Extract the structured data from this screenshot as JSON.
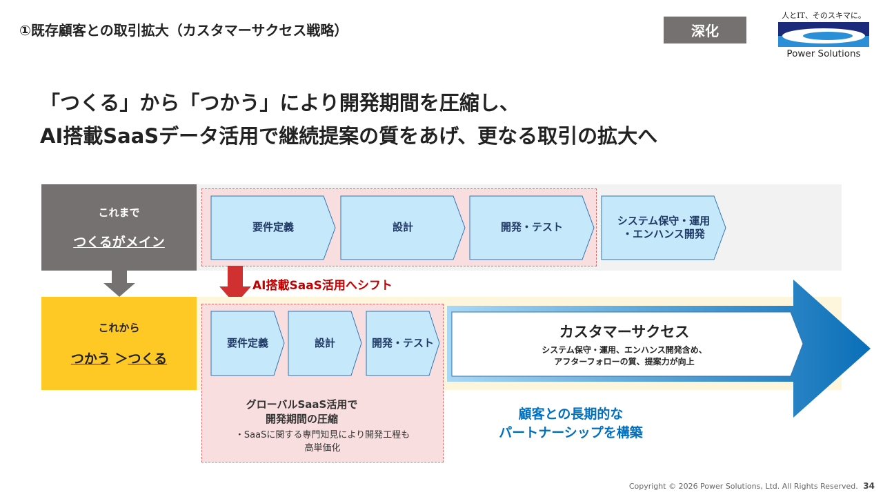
{
  "header": {
    "section_title": "①既存顧客との取引拡大（カスタマーサクセス戦略）",
    "badge": "深化",
    "logo": {
      "tagline": "人とIT、そのスキマに。",
      "name": "Power Solutions"
    }
  },
  "headline": {
    "line1": "「つくる」から「つかう」により開発期間を圧縮し、",
    "line2": "AI搭載SaaSデータ活用で継続提案の質をあげ、更なる取引の拡大へ"
  },
  "row_before": {
    "label_small": "これまで",
    "label_main": "つくるがメイン",
    "steps": [
      "要件定義",
      "設計",
      "開発・テスト"
    ],
    "maintenance": [
      "システム保守・運用",
      "・エンハンス開発"
    ]
  },
  "shift_label": "AI搭載SaaS活用へシフト",
  "row_after": {
    "label_small": "これから",
    "label_use": "つかう",
    "label_gt": "＞",
    "label_make": "つくる",
    "steps": [
      "要件定義",
      "設計",
      "開発・テスト"
    ],
    "cs_title": "カスタマーサクセス",
    "cs_desc": [
      "システム保守・運用、エンハンス開発含め、",
      "アフターフォローの質、提案力が向上"
    ]
  },
  "saas_note": {
    "title": [
      "グローバルSaaS活用で",
      "開発期間の圧縮"
    ],
    "bullet": [
      "・SaaSに関する専門知見により開発工程も",
      "高単価化"
    ]
  },
  "partnership": [
    "顧客との長期的な",
    "パートナーシップを構築"
  ],
  "footer": {
    "copyright": "Copyright © 2026 Power Solutions, Ltd. All Rights Reserved.",
    "page": "34"
  },
  "colors": {
    "gray": "#767171",
    "yellow": "#ffc925",
    "red": "#c00000",
    "blue": "#0070c0",
    "chevron": "#c5e8fb"
  }
}
